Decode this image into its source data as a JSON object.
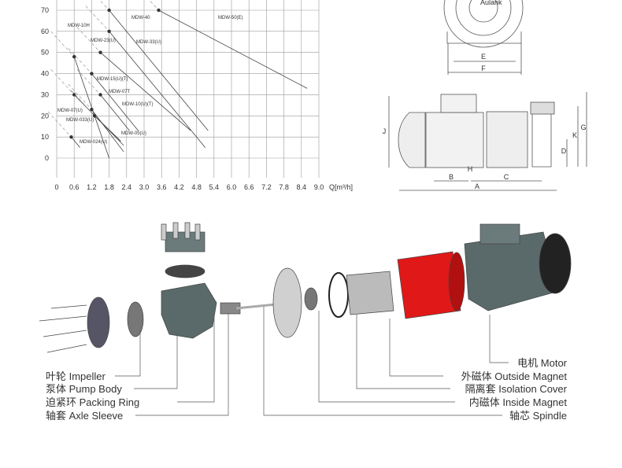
{
  "chart": {
    "x_ticks": [
      "0",
      "0.6",
      "1.2",
      "1.8",
      "2.4",
      "3.0",
      "3.6",
      "4.2",
      "4.8",
      "5.4",
      "6.0",
      "6.6",
      "7.2",
      "7.8",
      "8.4",
      "9.0"
    ],
    "x_unit": "Q[m³/h]",
    "y_ticks": [
      "0",
      "10",
      "20",
      "30",
      "40",
      "50",
      "60",
      "70"
    ],
    "curves": [
      {
        "name": "MDW-50(E)",
        "from": [
          3.5,
          70
        ],
        "to": [
          8.6,
          33
        ]
      },
      {
        "name": "MDW-40",
        "from": [
          1.8,
          70
        ],
        "to": [
          5.2,
          13
        ]
      },
      {
        "name": "MDW-33(U)",
        "from": [
          1.8,
          60
        ],
        "to": [
          5.1,
          5
        ]
      },
      {
        "name": "MDW-23(U)",
        "from": [
          1.5,
          50
        ],
        "to": [
          4.6,
          13
        ]
      },
      {
        "name": "MDW-10H",
        "from": [
          0.6,
          48
        ],
        "to": [
          1.8,
          0
        ]
      },
      {
        "name": "MDW-15(U)(T)",
        "from": [
          1.2,
          40
        ],
        "to": [
          2.8,
          13
        ]
      },
      {
        "name": "MDW-07T",
        "from": [
          1.5,
          30
        ],
        "to": [
          2.5,
          13
        ]
      },
      {
        "name": "MDW-10(U)(T)",
        "from": [
          0.6,
          30
        ],
        "to": [
          2.3,
          6
        ]
      },
      {
        "name": "MDW-07(U)",
        "from": [
          1.2,
          23
        ],
        "to": [
          2.3,
          3
        ]
      },
      {
        "name": "MDW-033(U)",
        "from": [
          1.3,
          20
        ],
        "to": [
          2.2,
          8
        ]
      },
      {
        "name": "MDW-05(U)",
        "from": [
          1.3,
          20
        ],
        "to": [
          2.2,
          8
        ]
      },
      {
        "name": "MDW-024(U)",
        "from": [
          0.5,
          10
        ],
        "to": [
          0.8,
          5
        ]
      }
    ]
  },
  "dimensions": {
    "letters": [
      "E",
      "F",
      "J",
      "B",
      "H",
      "C",
      "A",
      "D",
      "K",
      "G"
    ],
    "brand": "Aulank"
  },
  "parts_left": [
    "叶轮 Impeller",
    "泵体 Pump Body",
    "迫紧环 Packing Ring",
    "轴套 Axle Sleeve"
  ],
  "parts_right": [
    "电机 Motor",
    "外磁体 Outside Magnet",
    "隔离套 Isolation Cover",
    "内磁体 Inside Magnet",
    "轴芯 Spindle"
  ],
  "colors": {
    "magnet": "#e01818",
    "motor": "#5a6a6a"
  }
}
